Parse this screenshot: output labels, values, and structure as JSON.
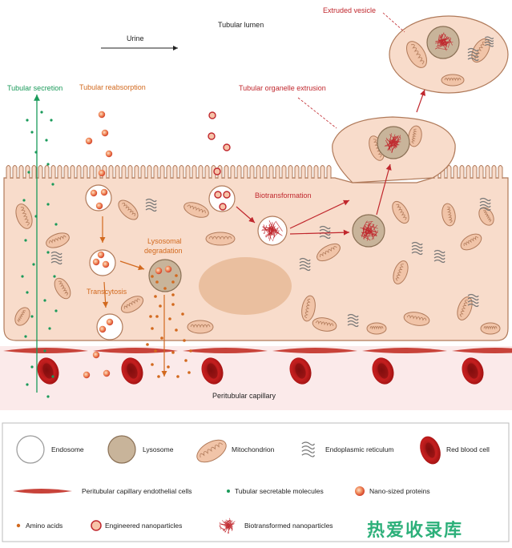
{
  "labels": {
    "urine": "Urine",
    "tubular_lumen": "Tubular lumen",
    "extruded_vesicle": "Extruded vesicle",
    "tubular_organelle_extrusion": "Tubular organelle extrusion",
    "tubular_secretion": "Tubular secretion",
    "tubular_reabsorption": "Tubular reabsorption",
    "biotransformation": "Biotransformation",
    "lysosomal_degradation_1": "Lysosomal",
    "lysosomal_degradation_2": "degradation",
    "transcytosis": "Transcytosis",
    "peritubular_capillary": "Peritubular capillary"
  },
  "legend": {
    "endosome": "Endosome",
    "lysosome": "Lysosome",
    "mitochondrion": "Mitochondrion",
    "endoplasmic_reticulum": "Endoplasmic reticulum",
    "red_blood_cell": "Red blood cell",
    "endothelial_cells": "Peritubular capillary endothelial cells",
    "secretable_molecules": "Tubular secretable molecules",
    "nano_proteins": "Nano-sized proteins",
    "amino_acids": "Amino acids",
    "engineered_nanoparticles": "Engineered nanoparticles",
    "biotransformed_nanoparticles": "Biotransformed nanoparticles"
  },
  "watermark": "热爱收录库",
  "colors": {
    "cell_fill": "#f8dccb",
    "cell_stroke": "#b07a5a",
    "nucleus": "#eabf9f",
    "lysosome": "#c8b49a",
    "red_label": "#c0272d",
    "orange_label": "#d2691e",
    "green_label": "#1a9a5a",
    "rbc": "#b01a1a",
    "endothelial": "#c8433a"
  },
  "icons": {
    "mitochondrion": "mitochondrion-icon",
    "endoplasmic_reticulum": "er-icon",
    "red_blood_cell": "rbc-icon"
  }
}
